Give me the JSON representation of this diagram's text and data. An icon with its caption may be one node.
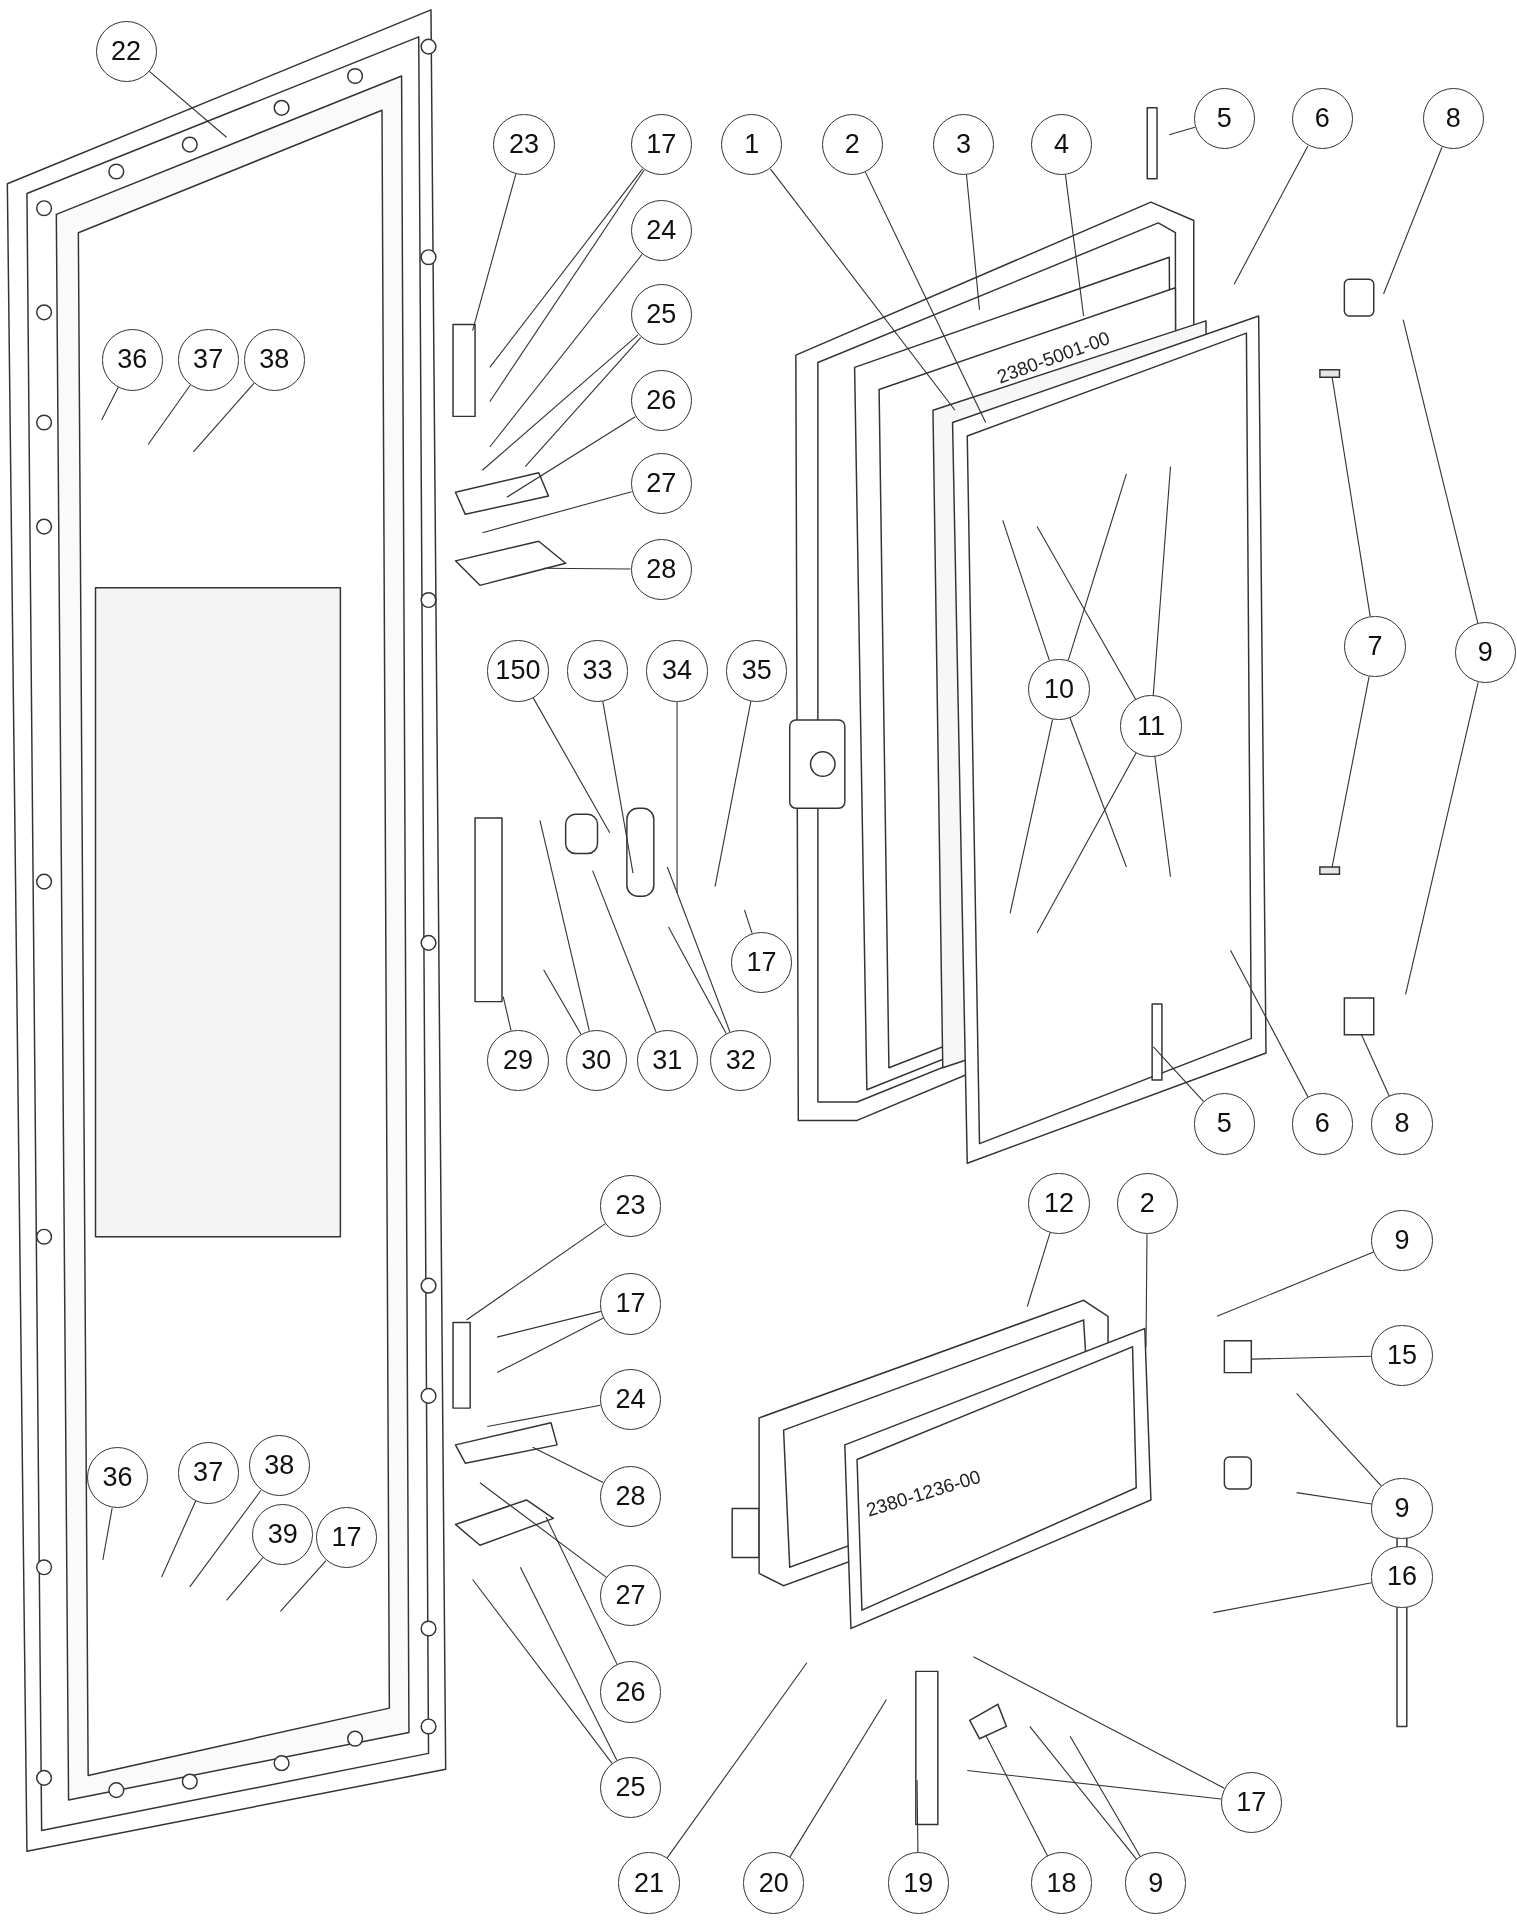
{
  "diagram": {
    "nodes": [
      {
        "text": [
          "22"
        ]
      },
      {
        "text": [
          "23"
        ]
      },
      {
        "text": [
          "17"
        ]
      },
      {
        "text": [
          "1"
        ]
      },
      {
        "text": [
          "2"
        ]
      },
      {
        "text": [
          "3"
        ]
      },
      {
        "text": [
          "4"
        ]
      },
      {
        "text": [
          "5"
        ]
      },
      {
        "text": [
          "6"
        ]
      },
      {
        "text": [
          "8"
        ]
      },
      {
        "text": [
          "24"
        ]
      },
      {
        "text": [
          "25"
        ]
      },
      {
        "text": [
          "26"
        ]
      },
      {
        "text": [
          "27"
        ]
      },
      {
        "text": [
          "28"
        ]
      },
      {
        "text": [
          "36"
        ]
      },
      {
        "text": [
          "37"
        ]
      },
      {
        "text": [
          "38"
        ]
      },
      {
        "text": [
          "7"
        ]
      },
      {
        "text": [
          "9"
        ]
      },
      {
        "text": [
          "10"
        ]
      },
      {
        "text": [
          "11"
        ]
      },
      {
        "text": [
          "150"
        ]
      },
      {
        "text": [
          "33"
        ]
      },
      {
        "text": [
          "34"
        ]
      },
      {
        "text": [
          "35"
        ]
      },
      {
        "text": [
          "17"
        ]
      },
      {
        "text": [
          "29"
        ]
      },
      {
        "text": [
          "30"
        ]
      },
      {
        "text": [
          "31"
        ]
      },
      {
        "text": [
          "32"
        ]
      },
      {
        "text": [
          "5"
        ]
      },
      {
        "text": [
          "6"
        ]
      },
      {
        "text": [
          "8"
        ]
      },
      {
        "text": [
          "12"
        ]
      },
      {
        "text": [
          "2"
        ]
      },
      {
        "text": [
          "9"
        ]
      },
      {
        "text": [
          "23"
        ]
      },
      {
        "text": [
          "17"
        ]
      },
      {
        "text": [
          "15"
        ]
      },
      {
        "text": [
          "24"
        ]
      },
      {
        "text": [
          "28"
        ]
      },
      {
        "text": [
          "9"
        ]
      },
      {
        "text": [
          "36"
        ]
      },
      {
        "text": [
          "37"
        ]
      },
      {
        "text": [
          "38"
        ]
      },
      {
        "text": [
          "39"
        ]
      },
      {
        "text": [
          "17"
        ]
      },
      {
        "text": [
          "16"
        ]
      },
      {
        "text": [
          "27"
        ]
      },
      {
        "text": [
          "26"
        ]
      },
      {
        "text": [
          "25"
        ]
      },
      {
        "text": [
          "17"
        ]
      },
      {
        "text": [
          "21"
        ]
      },
      {
        "text": [
          "20"
        ]
      },
      {
        "text": [
          "19"
        ]
      },
      {
        "text": [
          "18"
        ]
      },
      {
        "text": [
          "9"
        ]
      },
      {
        "text": [],
        "shape": "box"
      },
      {
        "text": [],
        "shape": "box"
      },
      {
        "text": [],
        "shape": "bar"
      },
      {
        "text": [],
        "shape": "bar"
      },
      {
        "text": [],
        "shape": "box"
      },
      {
        "text": [],
        "shape": "box"
      },
      {
        "text": [],
        "shape": "box"
      }
    ],
    "edges": [
      {
        "from": 0,
        "to": null,
        "arrow": "none"
      },
      {
        "from": 1,
        "to": null,
        "arrow": "none"
      },
      {
        "from": 2,
        "to": null,
        "arrow": "none"
      },
      {
        "from": 2,
        "to": null,
        "arrow": "none"
      },
      {
        "from": 3,
        "to": null,
        "arrow": "none"
      },
      {
        "from": 4,
        "to": null,
        "arrow": "none"
      },
      {
        "from": 5,
        "to": null,
        "arrow": "none"
      },
      {
        "from": 6,
        "to": null,
        "arrow": "none"
      },
      {
        "from": 7,
        "to": null,
        "arrow": "none"
      },
      {
        "from": 8,
        "to": null,
        "arrow": "none"
      },
      {
        "from": 9,
        "to": null,
        "arrow": "none"
      },
      {
        "from": 10,
        "to": null,
        "arrow": "none"
      },
      {
        "from": 11,
        "to": null,
        "arrow": "none"
      },
      {
        "from": 11,
        "to": null,
        "arrow": "none"
      },
      {
        "from": 12,
        "to": null,
        "arrow": "none"
      },
      {
        "from": 13,
        "to": null,
        "arrow": "none"
      },
      {
        "from": 14,
        "to": null,
        "arrow": "none"
      },
      {
        "from": 15,
        "to": null,
        "arrow": "none"
      },
      {
        "from": 16,
        "to": null,
        "arrow": "none"
      },
      {
        "from": 17,
        "to": null,
        "arrow": "none"
      },
      {
        "from": 18,
        "to": 60,
        "arrow": "none"
      },
      {
        "from": 18,
        "to": 61,
        "arrow": "none"
      },
      {
        "from": 19,
        "to": null,
        "arrow": "none"
      },
      {
        "from": 19,
        "to": null,
        "arrow": "none"
      },
      {
        "from": 20,
        "to": null,
        "arrow": "none"
      },
      {
        "from": 20,
        "to": null,
        "arrow": "none"
      },
      {
        "from": 20,
        "to": null,
        "arrow": "none"
      },
      {
        "from": 20,
        "to": null,
        "arrow": "none"
      },
      {
        "from": 21,
        "to": null,
        "arrow": "none"
      },
      {
        "from": 21,
        "to": null,
        "arrow": "none"
      },
      {
        "from": 21,
        "to": null,
        "arrow": "none"
      },
      {
        "from": 21,
        "to": null,
        "arrow": "none"
      },
      {
        "from": 22,
        "to": null,
        "arrow": "none"
      },
      {
        "from": 23,
        "to": null,
        "arrow": "none"
      },
      {
        "from": 24,
        "to": null,
        "arrow": "none"
      },
      {
        "from": 25,
        "to": null,
        "arrow": "none"
      },
      {
        "from": 26,
        "to": null,
        "arrow": "none"
      },
      {
        "from": 27,
        "to": null,
        "arrow": "none"
      },
      {
        "from": 28,
        "to": null,
        "arrow": "none"
      },
      {
        "from": 28,
        "to": null,
        "arrow": "none"
      },
      {
        "from": 29,
        "to": null,
        "arrow": "none"
      },
      {
        "from": 30,
        "to": null,
        "arrow": "none"
      },
      {
        "from": 30,
        "to": null,
        "arrow": "none"
      },
      {
        "from": 31,
        "to": null,
        "arrow": "none"
      },
      {
        "from": 32,
        "to": null,
        "arrow": "none"
      },
      {
        "from": 33,
        "to": 62,
        "arrow": "none"
      },
      {
        "from": 34,
        "to": 59,
        "arrow": "none"
      },
      {
        "from": 35,
        "to": 58,
        "arrow": "none"
      },
      {
        "from": 36,
        "to": null,
        "arrow": "none"
      },
      {
        "from": 37,
        "to": null,
        "arrow": "none"
      },
      {
        "from": 38,
        "to": null,
        "arrow": "none"
      },
      {
        "from": 38,
        "to": null,
        "arrow": "none"
      },
      {
        "from": 39,
        "to": 63,
        "arrow": "none"
      },
      {
        "from": 40,
        "to": null,
        "arrow": "none"
      },
      {
        "from": 41,
        "to": null,
        "arrow": "none"
      },
      {
        "from": 42,
        "to": null,
        "arrow": "none"
      },
      {
        "from": 42,
        "to": null,
        "arrow": "none"
      },
      {
        "from": 43,
        "to": null,
        "arrow": "none"
      },
      {
        "from": 44,
        "to": null,
        "arrow": "none"
      },
      {
        "from": 45,
        "to": null,
        "arrow": "none"
      },
      {
        "from": 46,
        "to": null,
        "arrow": "none"
      },
      {
        "from": 47,
        "to": null,
        "arrow": "none"
      },
      {
        "from": 48,
        "to": null,
        "arrow": "none"
      },
      {
        "from": 49,
        "to": null,
        "arrow": "none"
      },
      {
        "from": 50,
        "to": null,
        "arrow": "none"
      },
      {
        "from": 51,
        "to": null,
        "arrow": "none"
      },
      {
        "from": 51,
        "to": null,
        "arrow": "none"
      },
      {
        "from": 52,
        "to": null,
        "arrow": "none"
      },
      {
        "from": 52,
        "to": null,
        "arrow": "none"
      },
      {
        "from": 53,
        "to": null,
        "arrow": "none"
      },
      {
        "from": 54,
        "to": null,
        "arrow": "none"
      },
      {
        "from": 55,
        "to": null,
        "arrow": "none"
      },
      {
        "from": 56,
        "to": 64,
        "arrow": "none"
      },
      {
        "from": 57,
        "to": null,
        "arrow": "none"
      },
      {
        "from": 57,
        "to": null,
        "arrow": "none"
      }
    ],
    "labels": [
      "2380-5001-00",
      "2380-1236-00"
    ]
  }
}
